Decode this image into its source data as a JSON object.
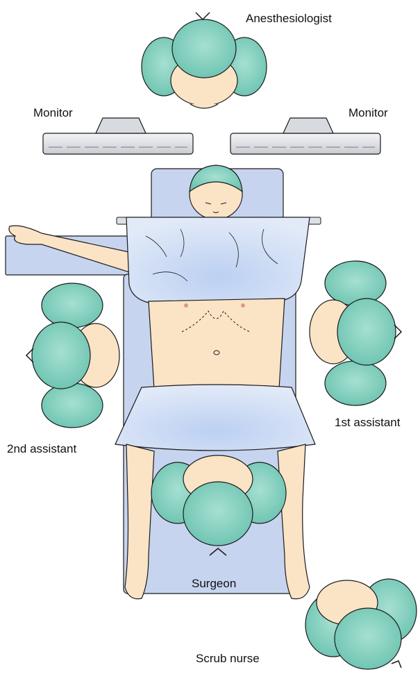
{
  "labels": {
    "anesthesiologist": "Anesthesiologist",
    "monitor_left": "Monitor",
    "monitor_right": "Monitor",
    "first_assistant": "1st assistant",
    "second_assistant": "2nd assistant",
    "surgeon": "Surgeon",
    "scrub_nurse": "Scrub nurse"
  },
  "colors": {
    "cap": "#8fd5c4",
    "cap_dark": "#5fb9a6",
    "table": "#c7d4ef",
    "drape": "#d9e3f5",
    "skin": "#fbe3c6",
    "monitor": "#dde0e4",
    "outline": "#1a1a1a"
  }
}
